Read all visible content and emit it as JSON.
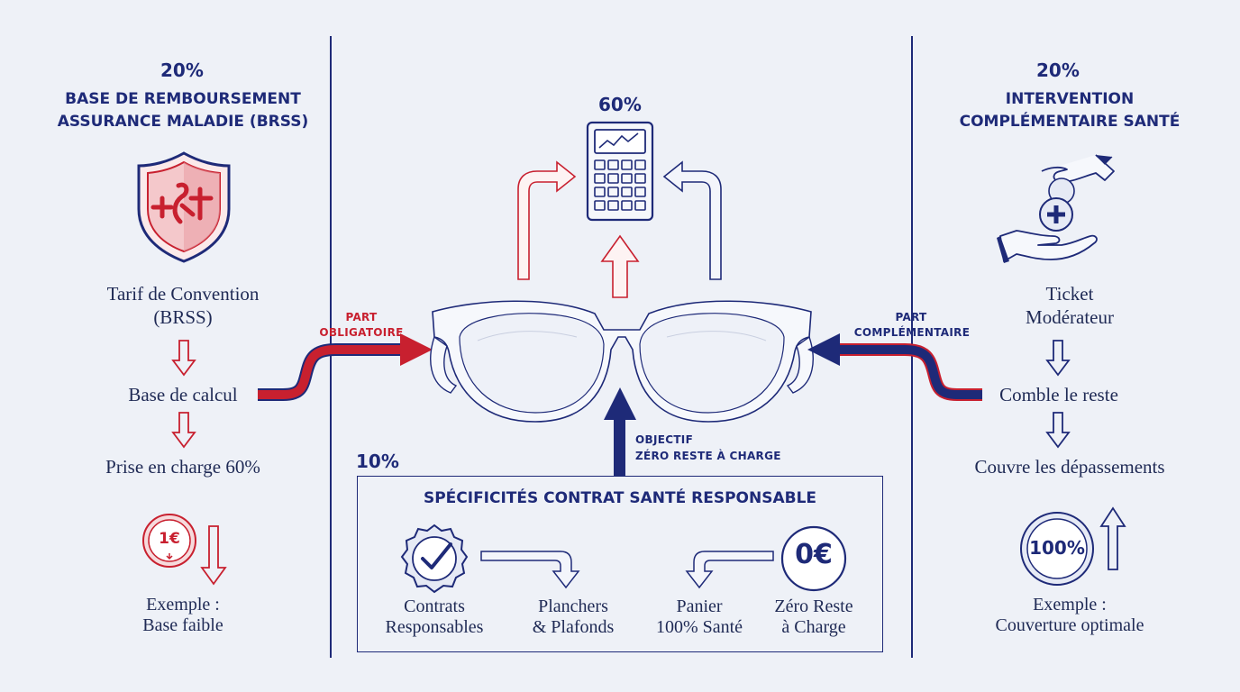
{
  "left": {
    "percent": "20%",
    "title_line1": "BASE DE REMBOURSEMENT",
    "title_line2": "ASSURANCE MALADIE (BRSS)",
    "step1_line1": "Tarif de Convention",
    "step1_line2": "(BRSS)",
    "step2": "Base de calcul",
    "step3": "Prise en charge 60%",
    "coin_label": "1€",
    "example_line1": "Exemple :",
    "example_line2": "Base faible",
    "arrow_label_line1": "PART",
    "arrow_label_line2": "OBLIGATOIRE"
  },
  "center": {
    "percent": "60%",
    "objective_line1": "OBJECTIF",
    "objective_line2": "ZÉRO RESTE À CHARGE"
  },
  "right": {
    "percent": "20%",
    "title_line1": "INTERVENTION",
    "title_line2": "COMPLÉMENTAIRE SANTÉ",
    "step1_line1": "Ticket",
    "step1_line2": "Modérateur",
    "step2": "Comble le reste",
    "step3": "Couvre les dépassements",
    "badge_label": "100%",
    "example_line1": "Exemple :",
    "example_line2": "Couverture optimale",
    "arrow_label_line1": "PART",
    "arrow_label_line2": "COMPLÉMENTAIRE"
  },
  "box": {
    "percent": "10%",
    "title": "SPÉCIFICITÉS CONTRAT SANTÉ RESPONSABLE",
    "item1_line1": "Contrats",
    "item1_line2": "Responsables",
    "item2_line1": "Planchers",
    "item2_line2": "& Plafonds",
    "item3_line1": "Panier",
    "item3_line2": "100% Santé",
    "item4_line1": "Zéro Reste",
    "item4_line2": "à Charge",
    "zero_label": "0€"
  },
  "colors": {
    "navy": "#1e2a78",
    "red": "#c8202f",
    "background": "#eef1f7"
  }
}
